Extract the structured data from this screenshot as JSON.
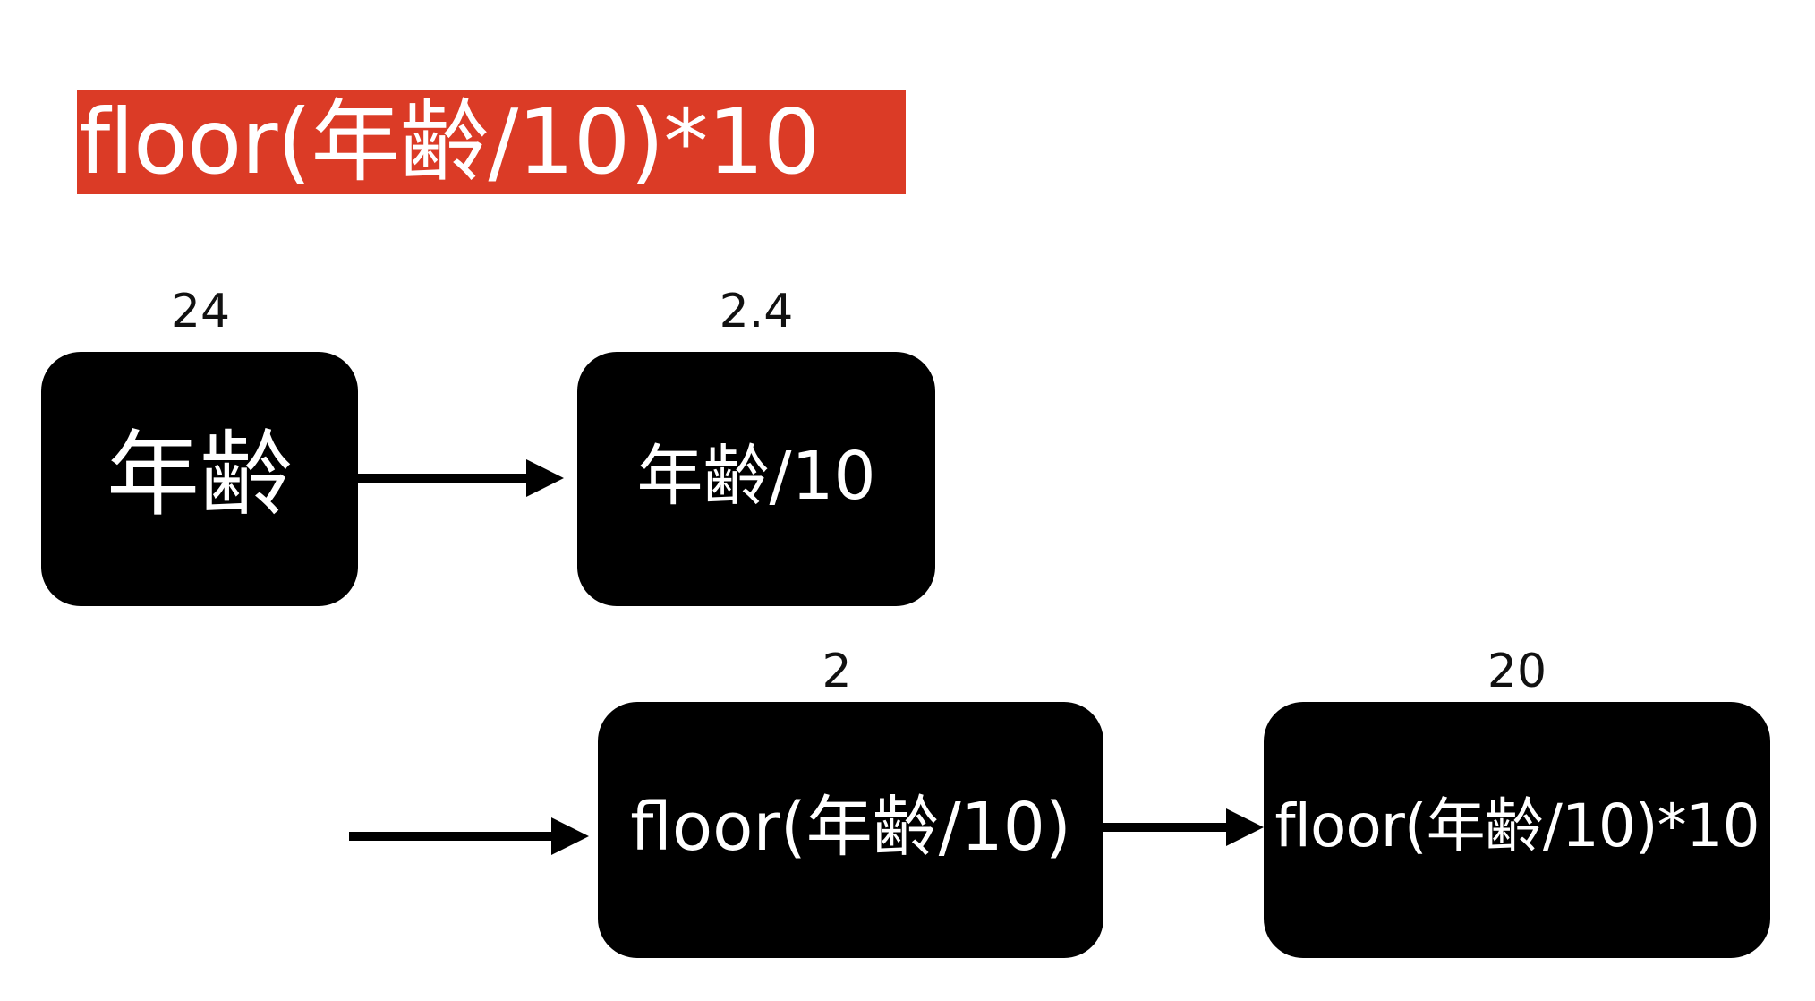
{
  "title": "floor(年齢/10)*10",
  "colors": {
    "title_background": "#db3b26",
    "node_background": "#000000",
    "node_text": "#ffffff",
    "label_text": "#111111"
  },
  "nodes": [
    {
      "id": "age",
      "label": "年齢",
      "value": "24"
    },
    {
      "id": "age-div-10",
      "label": "年齢/10",
      "value": "2.4"
    },
    {
      "id": "floor",
      "label": "floor(年齢/10)",
      "value": "2"
    },
    {
      "id": "floor-times-10",
      "label": "floor(年齢/10)*10",
      "value": "20"
    }
  ]
}
